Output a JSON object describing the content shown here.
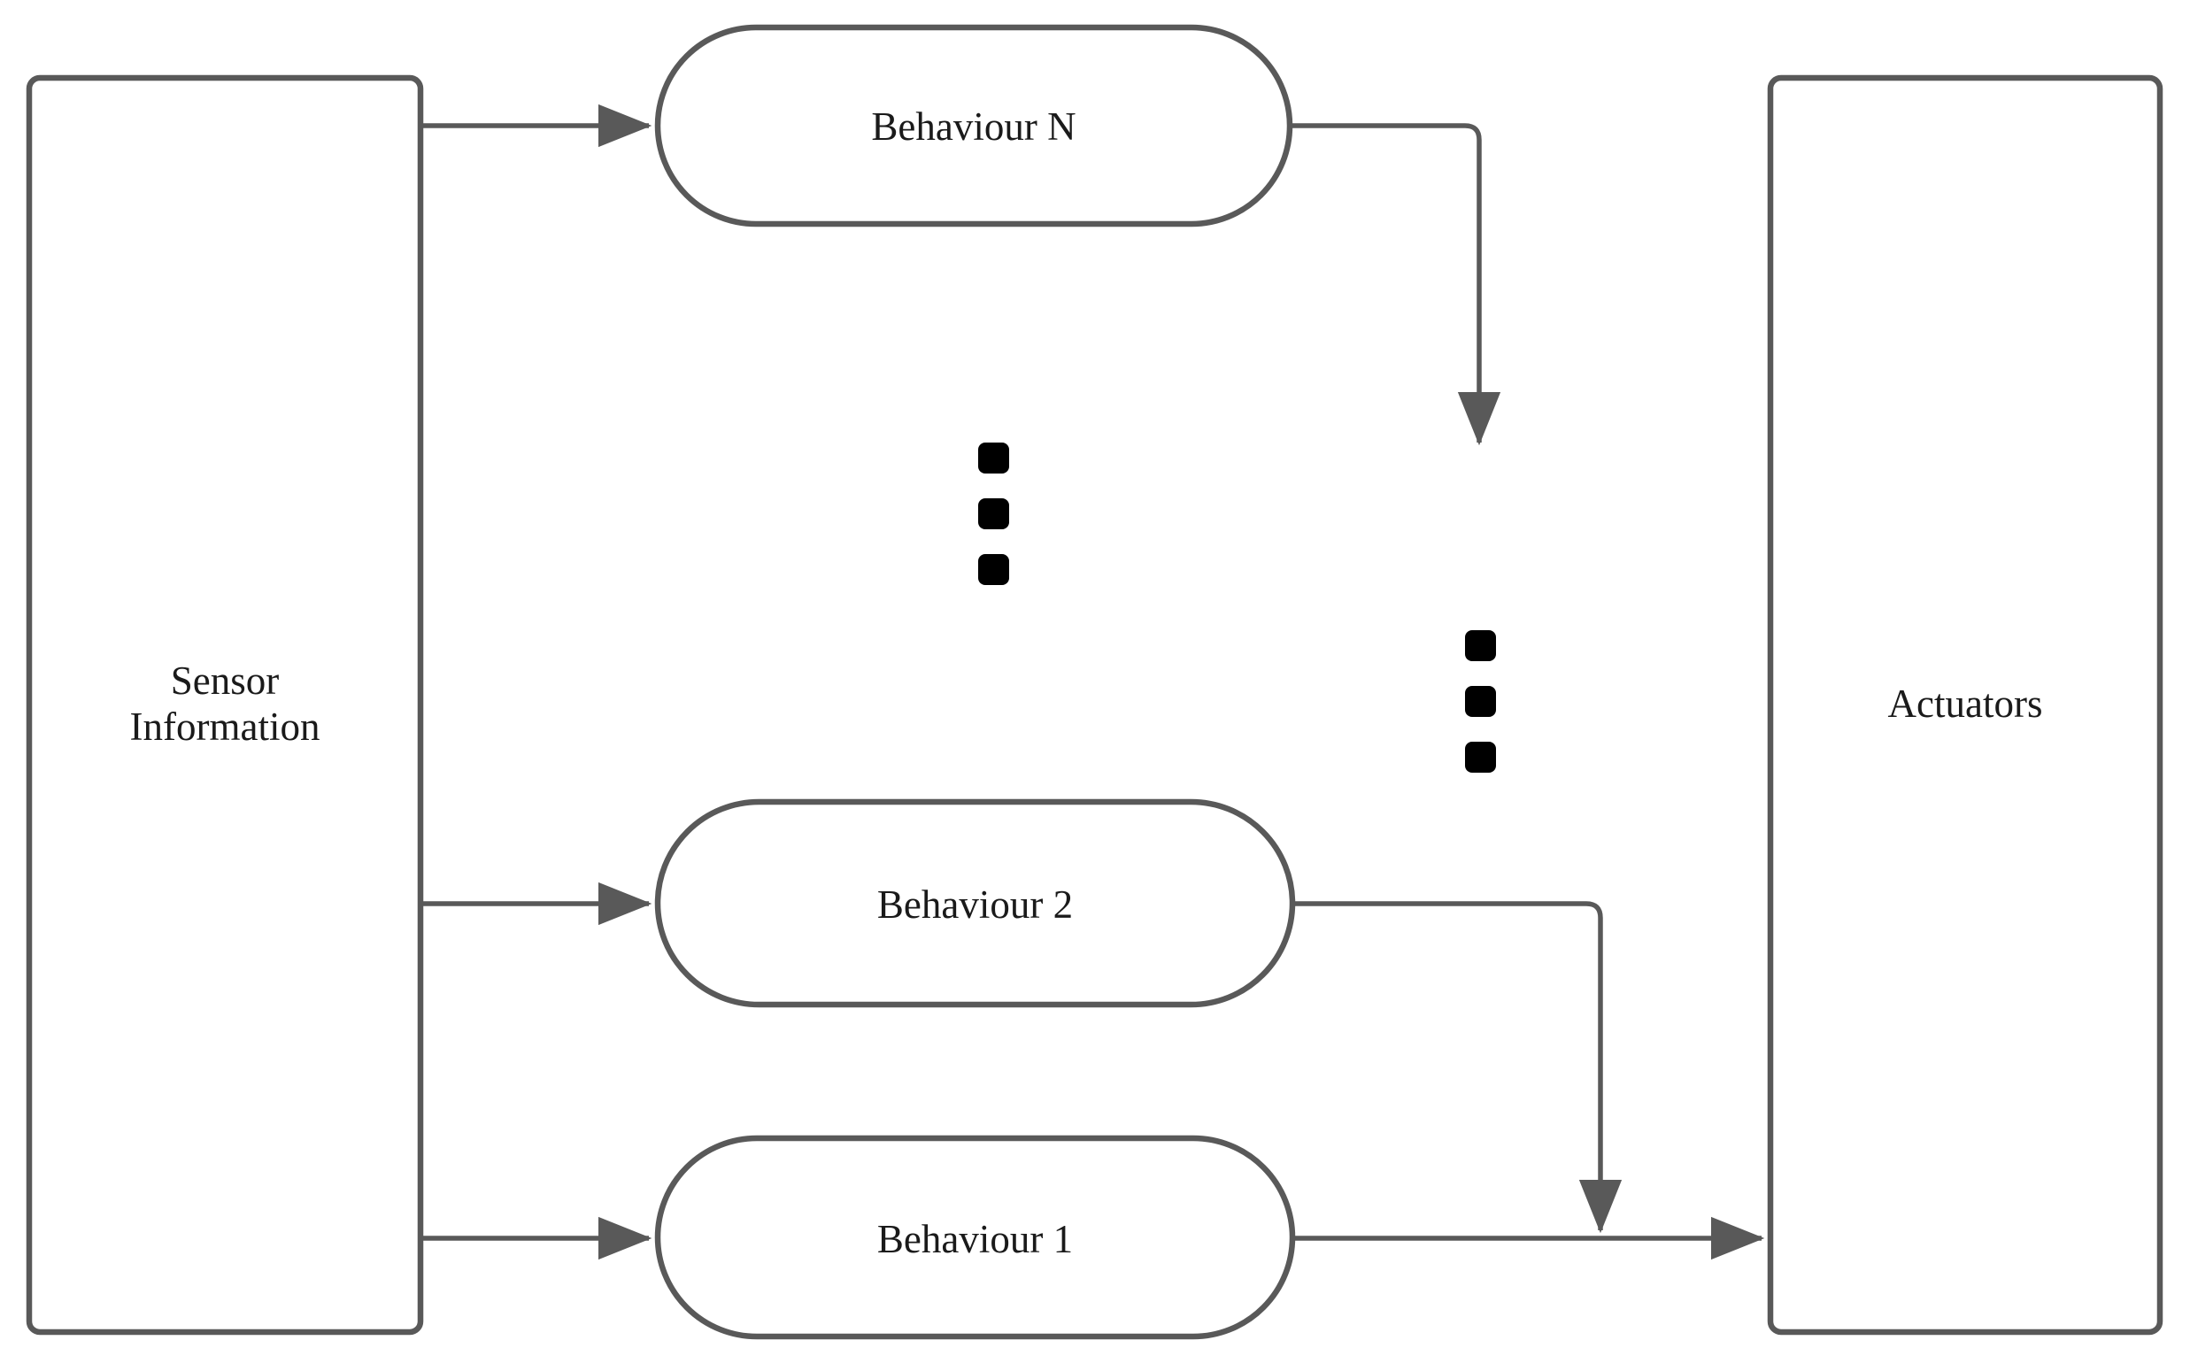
{
  "diagram": {
    "title": "Behaviour-based robot control architecture",
    "type": "flow-diagram",
    "colors": {
      "stroke": "#595959",
      "text": "#1a1a1a",
      "background": "#ffffff",
      "dot": "#000000"
    },
    "nodes": {
      "sensor": {
        "label": "Sensor\nInformation",
        "shape": "rectangle"
      },
      "behaviour_n": {
        "label": "Behaviour N",
        "shape": "stadium"
      },
      "behaviour_2": {
        "label": "Behaviour 2",
        "shape": "stadium"
      },
      "behaviour_1": {
        "label": "Behaviour 1",
        "shape": "stadium"
      },
      "actuators": {
        "label": "Actuators",
        "shape": "rectangle"
      }
    },
    "ellipsis": {
      "behaviours_gap": "vertical-dots",
      "outputs_gap": "vertical-dots",
      "dot_count": 3
    },
    "edges": [
      {
        "name": "sensor-to-behaviour-n",
        "from": "sensor",
        "to": "behaviour_n",
        "arrow": "right"
      },
      {
        "name": "sensor-to-behaviour-2",
        "from": "sensor",
        "to": "behaviour_2",
        "arrow": "right"
      },
      {
        "name": "sensor-to-behaviour-1",
        "from": "sensor",
        "to": "behaviour_1",
        "arrow": "right"
      },
      {
        "name": "behaviour-n-to-bus",
        "from": "behaviour_n",
        "to": "output_bus",
        "arrow": "down"
      },
      {
        "name": "behaviour-2-to-bus",
        "from": "behaviour_2",
        "to": "output_bus",
        "arrow": "down"
      },
      {
        "name": "behaviour-1-to-actuators",
        "from": "behaviour_1",
        "to": "actuators",
        "arrow": "right"
      }
    ]
  }
}
